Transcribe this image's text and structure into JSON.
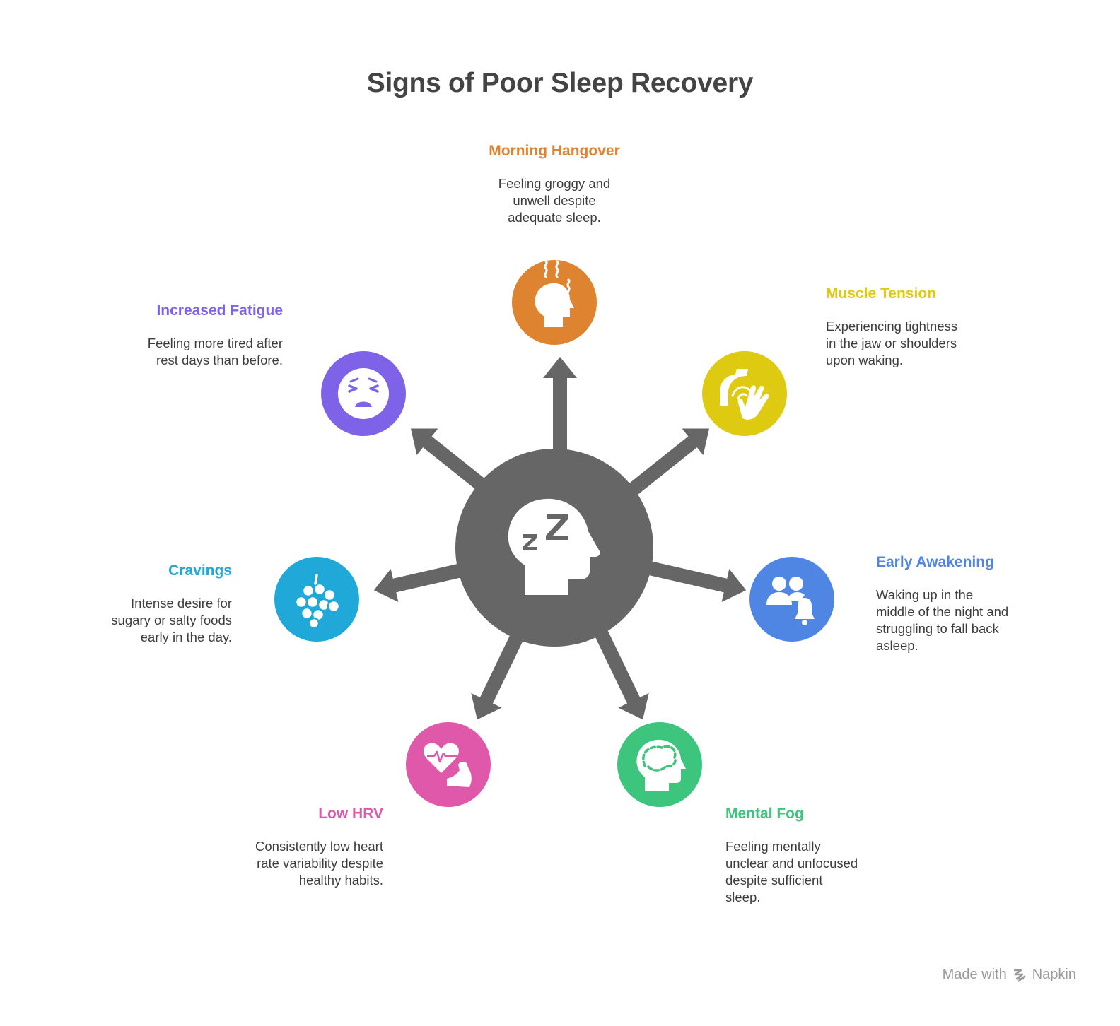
{
  "title": "Signs of Poor Sleep Recovery",
  "center": {
    "icon": "sleeping-head-icon",
    "color": "#666666"
  },
  "items": [
    {
      "title": "Morning Hangover",
      "description": [
        "Feeling groggy and",
        "unwell despite",
        "adequate sleep."
      ],
      "icon": "steaming-head-icon",
      "color": "#DE8330"
    },
    {
      "title": "Muscle Tension",
      "description": [
        "Experiencing tightness",
        "in the jaw or shoulders",
        "upon waking."
      ],
      "icon": "hand-tension-icon",
      "color": "#DFCA12"
    },
    {
      "title": "Early Awakening",
      "description": [
        "Waking up in the",
        "middle of the night and",
        "struggling to fall back",
        "asleep."
      ],
      "icon": "people-bell-icon",
      "color": "#4F86E4"
    },
    {
      "title": "Mental Fog",
      "description": [
        "Feeling mentally",
        "unclear and unfocused",
        "despite sufficient",
        "sleep."
      ],
      "icon": "brain-head-icon",
      "color": "#3DC57E"
    },
    {
      "title": "Low HRV",
      "description": [
        "Consistently low heart",
        "rate variability despite",
        "healthy habits."
      ],
      "icon": "heart-muscle-icon",
      "color": "#E058AA"
    },
    {
      "title": "Cravings",
      "description": [
        "Intense desire for",
        "sugary or salty foods",
        "early in the day."
      ],
      "icon": "berry-icon",
      "color": "#20A9D8"
    },
    {
      "title": "Increased Fatigue",
      "description": [
        "Feeling more tired after",
        "rest days than before."
      ],
      "icon": "tired-face-icon",
      "color": "#7E63E8"
    }
  ],
  "footer": {
    "prefix": "Made with",
    "brand": "Napkin"
  }
}
